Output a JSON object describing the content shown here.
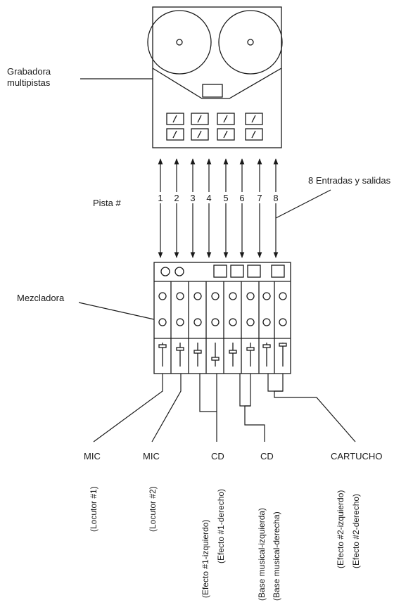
{
  "labels": {
    "recorder": [
      "Grabadora",
      "multipistas"
    ],
    "io": "8 Entradas y salidas",
    "track": "Pista #",
    "mixer": "Mezcladora"
  },
  "tracks": [
    "1",
    "2",
    "3",
    "4",
    "5",
    "6",
    "7",
    "8"
  ],
  "sources": [
    {
      "name": "MIC",
      "notes": [
        "(Locutor #1)"
      ]
    },
    {
      "name": "MIC",
      "notes": [
        "(Locutor #2)"
      ]
    },
    {
      "name": "CD",
      "notes": [
        "(Efecto #1-izquierdo)",
        "(Efecto #1-derecho)"
      ]
    },
    {
      "name": "CD",
      "notes": [
        "(Base musical-izquierda)",
        "(Base musical-derecha)"
      ]
    },
    {
      "name": "CARTUCHO",
      "notes": [
        "(Efecto #2-izquierdo)",
        "(Efecto #2-derecho)"
      ]
    }
  ]
}
